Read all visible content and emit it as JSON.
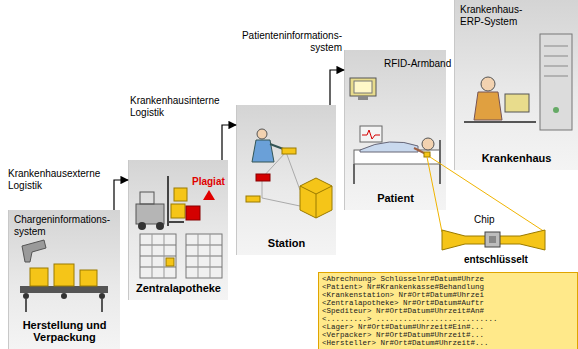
{
  "diagram": {
    "nodes": [
      {
        "text": [
          "Herstellung und Verpackung"
        ]
      },
      {
        "text": [
          "Zentralapotheke"
        ]
      },
      {
        "text": [
          "Station"
        ]
      },
      {
        "text": [
          "Patient"
        ]
      },
      {
        "text": [
          "Krankenhaus"
        ]
      },
      {
        "text": [
          "<Abrechnung> Schlüsselnr#Datum#Uhrze",
          "<Patient> Nr#Krankenkasse#Behandlung",
          "<Krankenstation> Nr#Ort#Datum#Uhrzei",
          "<Zentralapotheke> Nr#Ort#Datum#Auftr",
          "<Spediteur> Nr#Ort#Datum#Uhrzeit#An#",
          "<.........> ...........................",
          "<Lager> Nr#Ort#Datum#Uhrzeit#Ein#...",
          "<Verpacker> Nr#Ort#Datum#Uhrzeit#...",
          "<Hersteller> Nr#Ort#Datum#Uhrzeit#..."
        ]
      }
    ],
    "edges": [
      {
        "from": 0,
        "to": 1,
        "arrow": "to"
      },
      {
        "from": 1,
        "to": 2,
        "arrow": "to"
      },
      {
        "from": 2,
        "to": 3,
        "arrow": "to"
      }
    ],
    "labels": [
      "Chargeninformations-system",
      "Krankenhausexterne Logistik",
      "Plagiat",
      "Krankenhausinterne Logistik",
      "Patienteninformations-system",
      "RFID-Armband",
      "Krankenhaus-ERP-System",
      "Chip",
      "entschlüsselt"
    ]
  }
}
